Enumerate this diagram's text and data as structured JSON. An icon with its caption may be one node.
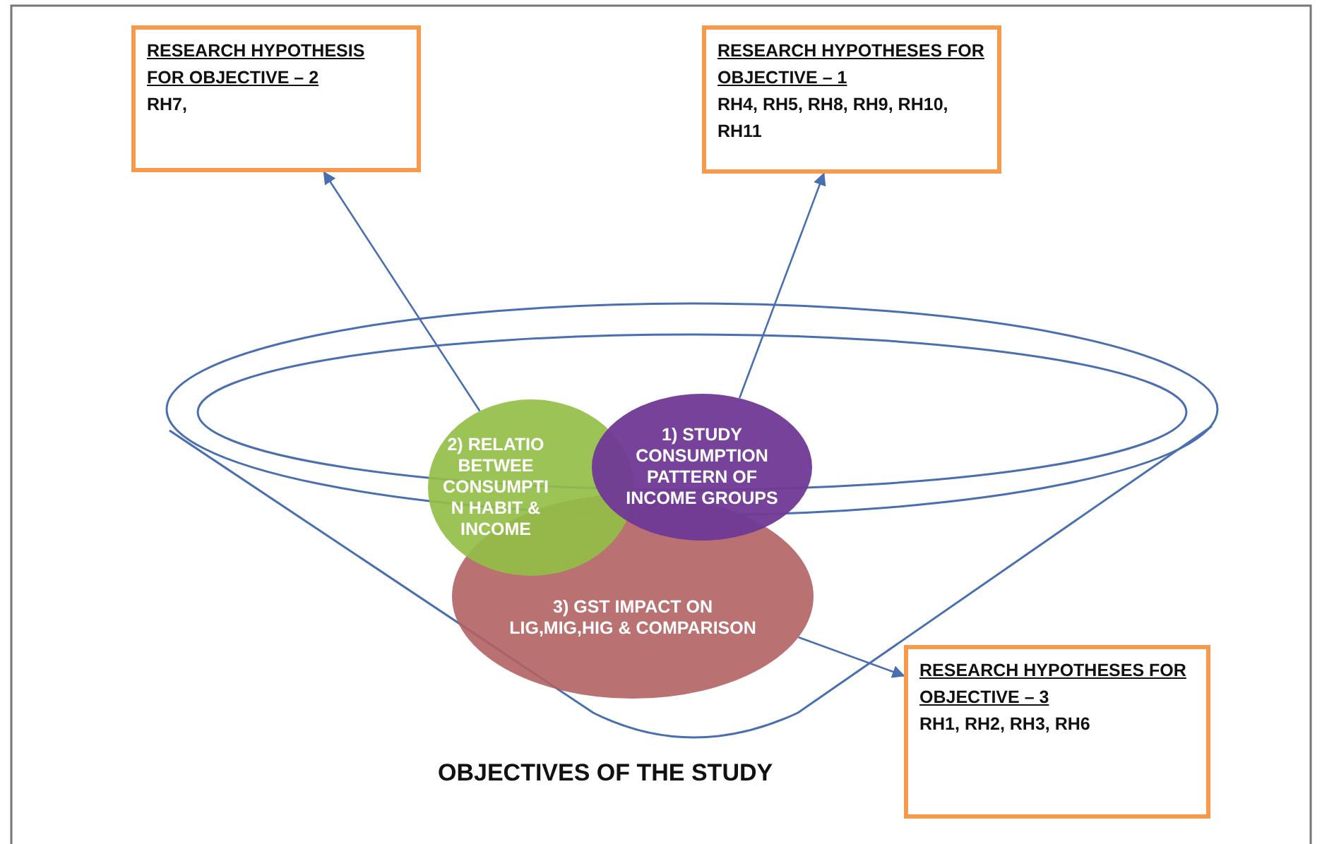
{
  "diagram": {
    "title": "OBJECTIVES OF THE STUDY",
    "nodes": [
      {
        "text": [
          "RESEARCH HYPOTHESIS FOR OBJECTIVE – 2",
          "RH7,"
        ]
      },
      {
        "text": [
          "RESEARCH HYPOTHESES FOR OBJECTIVE – 1",
          "RH4, RH5, RH8, RH9, RH10, RH11"
        ]
      },
      {
        "text": [
          "RESEARCH HYPOTHESES FOR OBJECTIVE – 3",
          "RH1, RH2, RH3, RH6"
        ]
      },
      {
        "text": [
          "2) RELATIO BETWEE CONSUMPTI N HABIT & INCOME"
        ]
      },
      {
        "text": [
          "1) STUDY CONSUMPTION PATTERN OF INCOME GROUPS"
        ]
      },
      {
        "text": [
          "3) GST IMPACT ON LIG,MIG,HIG & COMPARISON"
        ]
      }
    ],
    "edges": [
      {
        "from": 3,
        "to": 0,
        "arrow": "to"
      },
      {
        "from": 4,
        "to": 1,
        "arrow": "to"
      },
      {
        "from": 5,
        "to": 2,
        "arrow": "to"
      }
    ]
  }
}
